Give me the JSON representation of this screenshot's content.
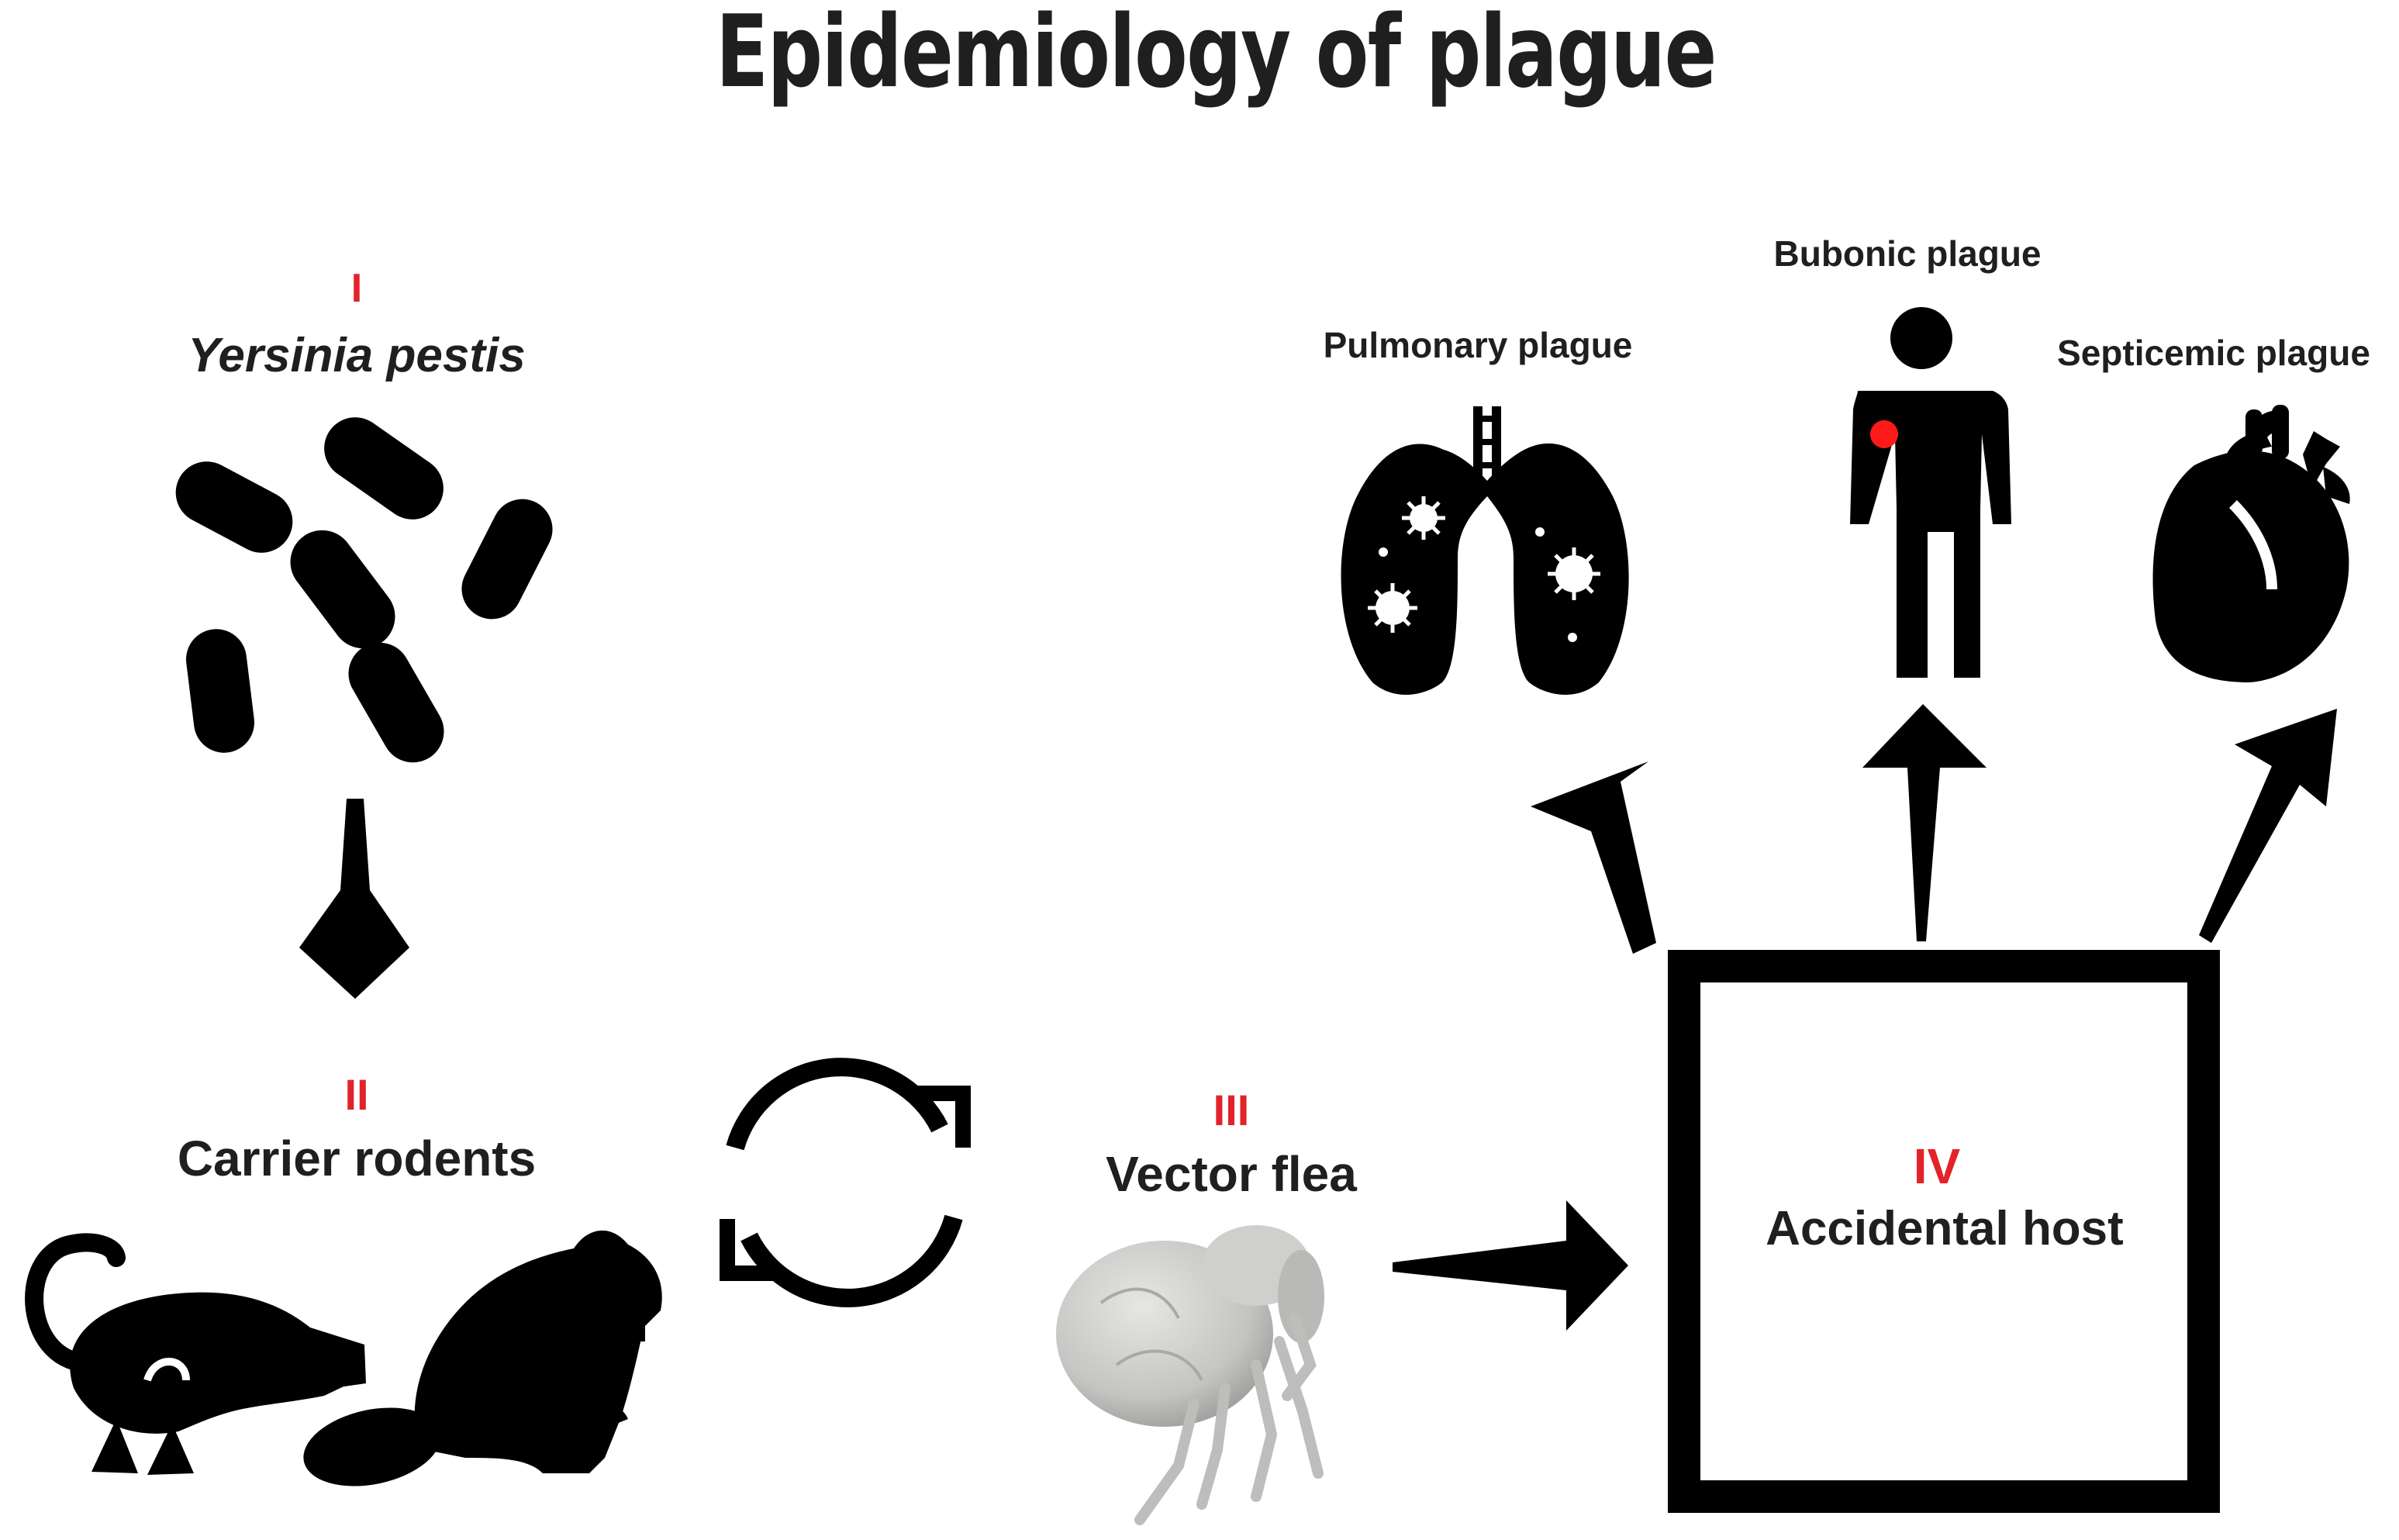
{
  "title": "Epidemiology of plague",
  "stages": {
    "yersinia": {
      "numeral": "I",
      "label": "Yersinia pestis"
    },
    "rodents": {
      "numeral": "II",
      "label": "Carrier rodents"
    },
    "flea": {
      "numeral": "III",
      "label": "Vector flea"
    },
    "host": {
      "numeral": "IV",
      "label": "Accidental host"
    }
  },
  "outcomes": {
    "pulmonary": "Pulmonary plague",
    "bubonic": "Bubonic plague",
    "septicemic": "Septicemic plague"
  },
  "colors": {
    "accent": "#e2232a",
    "ink": "#000000",
    "text": "#1f1f1f",
    "flea": "#c8c8c6"
  },
  "icons": [
    "bacteria-icon",
    "rat-icon",
    "beaver-icon",
    "cycle-arrows-icon",
    "flea-icon",
    "lungs-icon",
    "human-icon",
    "heart-icon"
  ]
}
